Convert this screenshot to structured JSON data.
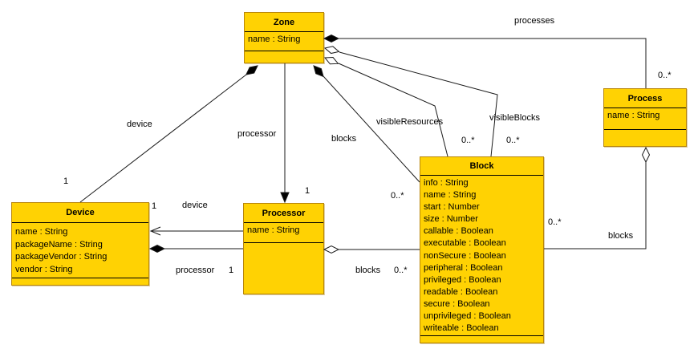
{
  "diagram_title": "Zone UML class diagram",
  "colors": {
    "class_fill": "#FFD203",
    "class_border": "#B8860B",
    "compartment_divider": "#000000",
    "line": "#1A1A1A",
    "background": "#FFFFFF"
  },
  "classes": {
    "zone": {
      "name": "Zone",
      "attributes": [
        "name : String"
      ]
    },
    "process": {
      "name": "Process",
      "attributes": [
        "name : String"
      ]
    },
    "device": {
      "name": "Device",
      "attributes": [
        "name : String",
        "packageName : String",
        "packageVendor : String",
        "vendor : String"
      ]
    },
    "processor": {
      "name": "Processor",
      "attributes": [
        "name : String"
      ]
    },
    "block": {
      "name": "Block",
      "attributes": [
        "info : String",
        "name : String",
        "start : Number",
        "size : Number",
        "callable : Boolean",
        "executable : Boolean",
        "nonSecure : Boolean",
        "peripheral : Boolean",
        "privileged : Boolean",
        "readable : Boolean",
        "secure : Boolean",
        "unprivileged : Boolean",
        "writeable : Boolean"
      ]
    }
  },
  "associations": {
    "zone_processes": {
      "from": "Zone",
      "to": "Process",
      "kind": "composition",
      "label": "processes",
      "target_multiplicity": "0..*"
    },
    "zone_visible_resources": {
      "from": "Zone",
      "to": "Block",
      "kind": "aggregation",
      "label": "visibleResources",
      "target_multiplicity": "0..*"
    },
    "zone_visible_blocks": {
      "from": "Zone",
      "to": "Block",
      "kind": "aggregation",
      "label": "visibleBlocks",
      "target_multiplicity": "0..*"
    },
    "zone_blocks": {
      "from": "Zone",
      "to": "Block",
      "kind": "composition",
      "label": "blocks",
      "target_multiplicity": "0..*"
    },
    "zone_device": {
      "from": "Zone",
      "to": "Device",
      "kind": "composition",
      "label": "device",
      "target_multiplicity": "1"
    },
    "zone_processor": {
      "from": "Zone",
      "to": "Processor",
      "kind": "directed-association",
      "label": "processor",
      "target_multiplicity": "1"
    },
    "processor_device": {
      "from": "Processor",
      "to": "Device",
      "kind": "navigable-association",
      "label": "device",
      "target_multiplicity": "1"
    },
    "device_processor": {
      "from": "Device",
      "to": "Processor",
      "kind": "composition",
      "label": "processor",
      "target_multiplicity": "1"
    },
    "processor_blocks": {
      "from": "Processor",
      "to": "Block",
      "kind": "aggregation",
      "label": "blocks",
      "target_multiplicity": "0..*"
    },
    "process_blocks": {
      "from": "Process",
      "to": "Block",
      "kind": "aggregation",
      "label": "blocks",
      "target_multiplicity": "0..*"
    }
  }
}
